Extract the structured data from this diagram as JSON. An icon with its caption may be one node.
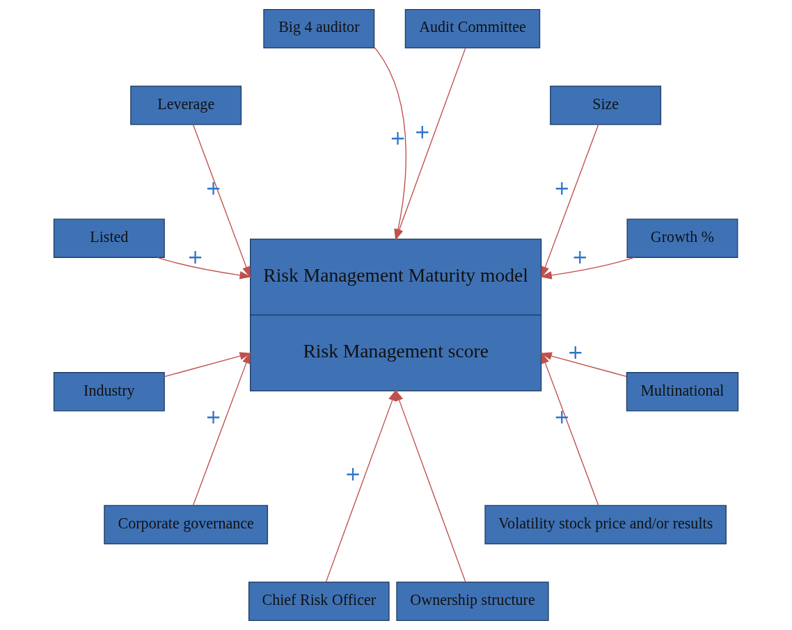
{
  "diagram": {
    "nodes": [
      {
        "text": [
          "Growth %"
        ]
      },
      {
        "text": [
          "Size"
        ]
      },
      {
        "text": [
          "Audit Committee"
        ]
      },
      {
        "text": [
          "Big 4 auditor"
        ]
      },
      {
        "text": [
          "Risk Management Maturity model",
          "Risk Management score"
        ]
      },
      {
        "text": [
          "Leverage"
        ]
      },
      {
        "text": [
          "Listed"
        ]
      },
      {
        "text": [
          "Industry"
        ]
      },
      {
        "text": [
          "Corporate governance"
        ]
      },
      {
        "text": [
          "Chief Risk Officer"
        ]
      },
      {
        "text": [
          "Ownership structure"
        ]
      },
      {
        "text": [
          "Volatility stock price and/or results"
        ]
      },
      {
        "text": [
          "Multinational"
        ]
      }
    ],
    "edges": [
      {
        "from": 0,
        "to": 4,
        "arrow": "to",
        "label": "+"
      },
      {
        "from": 1,
        "to": 4,
        "arrow": "to",
        "label": "+"
      },
      {
        "from": 2,
        "to": 4,
        "arrow": "to",
        "label": "+"
      },
      {
        "from": 3,
        "to": 4,
        "arrow": "to",
        "label": "+"
      },
      {
        "from": 5,
        "to": 4,
        "arrow": "to",
        "label": "+"
      },
      {
        "from": 6,
        "to": 4,
        "arrow": "to",
        "label": "+"
      },
      {
        "from": 7,
        "to": 4,
        "arrow": "to"
      },
      {
        "from": 8,
        "to": 4,
        "arrow": "to",
        "label": "+"
      },
      {
        "from": 9,
        "to": 4,
        "arrow": "to",
        "label": "+"
      },
      {
        "from": 10,
        "to": 4,
        "arrow": "to"
      },
      {
        "from": 11,
        "to": 4,
        "arrow": "to",
        "label": "+"
      },
      {
        "from": 12,
        "to": 4,
        "arrow": "to",
        "label": "+"
      }
    ]
  }
}
